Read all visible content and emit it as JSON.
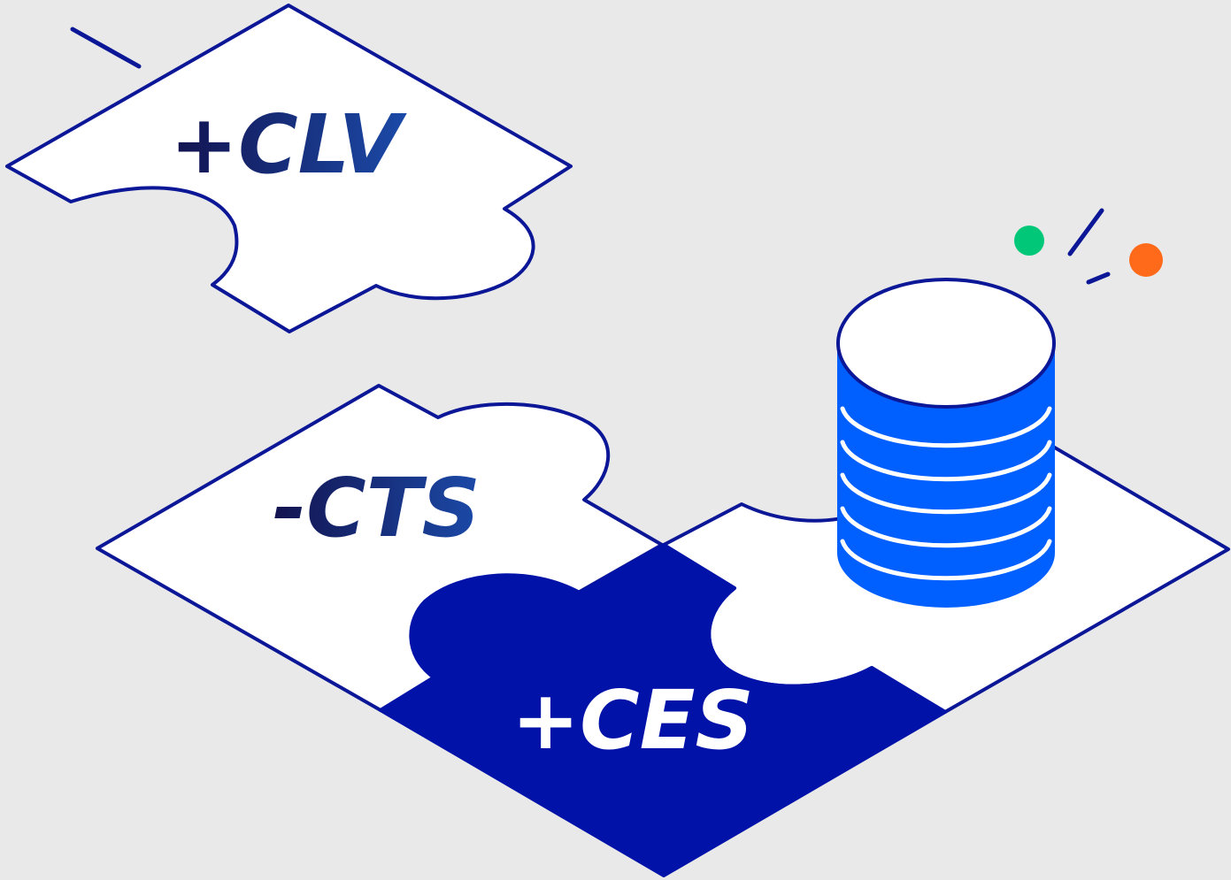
{
  "labels": {
    "clv": "+CLV",
    "cts": "-CTS",
    "ces": "+CES"
  },
  "colors": {
    "background": "#e9e9e9",
    "outline": "#0b1796",
    "filled_piece": "#0012a8",
    "database": "#0060ff",
    "green_dot": "#00c878",
    "orange_dot": "#ff6a1a",
    "label_dark_start": "#13134f",
    "label_dark_end": "#1b4aa8",
    "label_light": "#ffffff"
  },
  "icons": {
    "database": "database-icon",
    "status_green": "green-dot-icon",
    "status_orange": "orange-dot-icon"
  }
}
